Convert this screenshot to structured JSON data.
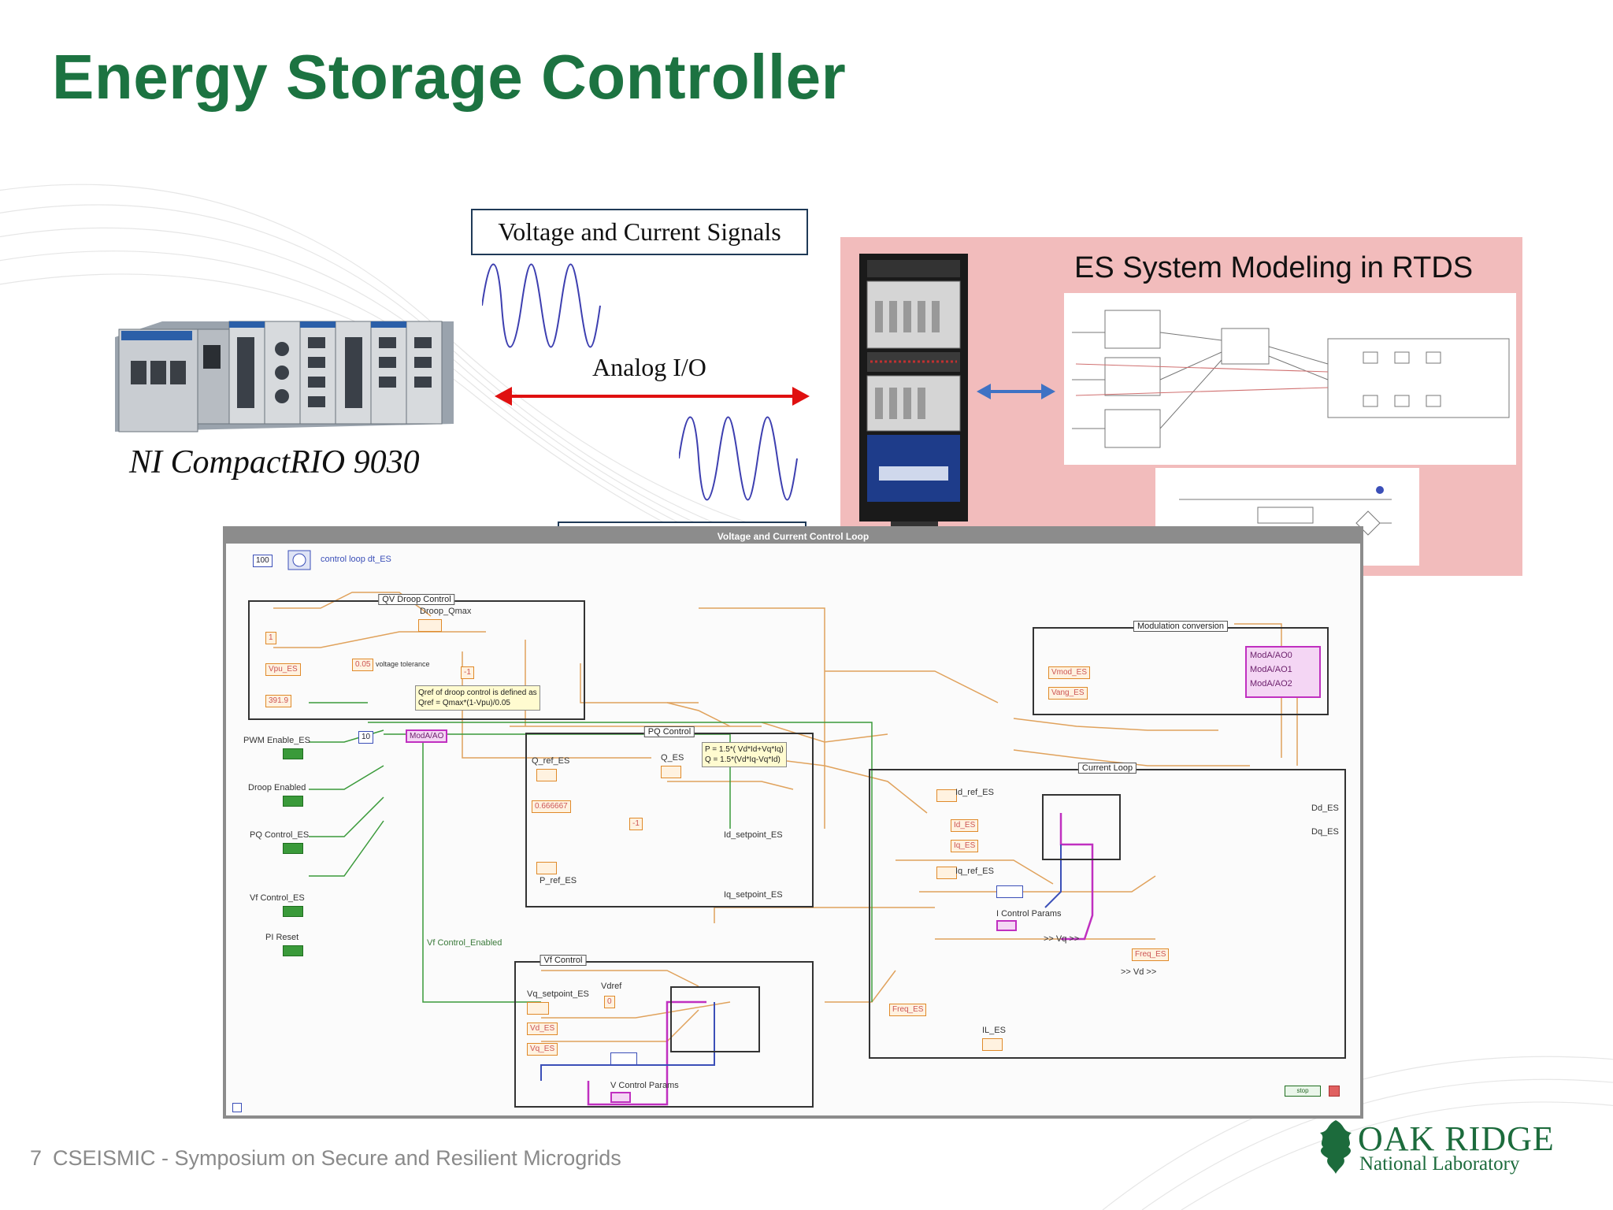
{
  "slide": {
    "title": "Energy Storage Controller",
    "signals_box": "Voltage and Current Signals",
    "analog_label": "Analog I/O",
    "crio_label": "NI CompactRIO 9030",
    "rtds_title": "ES System Modeling in RTDS",
    "footer_number": "7",
    "footer_text": "CSEISMIC - Symposium on Secure and Resilient Microgrids",
    "logo_line1": "OAK RIDGE",
    "logo_line2": "National Laboratory"
  },
  "labview": {
    "window_title": "Voltage and Current Control Loop",
    "loop_rate": "100",
    "loop_indicator": "control loop dt_ES",
    "frames": {
      "qv": "QV Droop Control",
      "pq": "PQ Control",
      "vf": "Vf Control",
      "modulation": "Modulation conversion",
      "current": "Current Loop"
    },
    "qv": {
      "droop_qmax": "Droop_Qmax",
      "const1": "1",
      "vpu": "Vpu_ES",
      "v391": "391.9",
      "tol": "0.05",
      "tol_label": "voltage tolerance",
      "neg1": "-1",
      "note_line1": "Qref of droop control is defined as",
      "note_line2": "Qref = Qmax*(1-Vpu)/0.05"
    },
    "left_controls": [
      "PWM Enable_ES",
      "Droop Enabled",
      "PQ Control_ES",
      "Vf Control_ES",
      "PI Reset"
    ],
    "pwm_const": "10",
    "mod_ao": "ModA/AO",
    "vf_enabled": "Vf Control_Enabled",
    "pq": {
      "q_ref": "Q_ref_ES",
      "q_es": "Q_ES",
      "const": "0.666667",
      "neg1": "-1",
      "p_ref": "P_ref_ES",
      "id_sp": "Id_setpoint_ES",
      "iq_sp": "Iq_setpoint_ES",
      "eq1": "P = 1.5*( Vd*Id+Vq*Iq)",
      "eq2": "Q = 1.5*(Vd*Iq-Vq*Id)"
    },
    "vf": {
      "vq_sp": "Vq_setpoint_ES",
      "vdref": "Vdref",
      "vdref_val": "0",
      "vd": "Vd_ES",
      "vq": "Vq_ES",
      "params": "V Control Params"
    },
    "modulation": {
      "in1": "Vmod_ES",
      "in2": "Vang_ES",
      "out1": "ModA/AO0",
      "out2": "ModA/AO1",
      "out3": "ModA/AO2"
    },
    "current": {
      "id_ref": "Id_ref_ES",
      "iq_ref": "Iq_ref_ES",
      "id": "Id_ES",
      "iq": "Iq_ES",
      "params": "I Control Params",
      "vq": ">> Vq >>",
      "vd": ">> Vd >>",
      "freq": "Freq_ES",
      "il": "IL_ES",
      "dd": "Dd_ES",
      "dq": "Dq_ES"
    },
    "stop": "stop"
  }
}
